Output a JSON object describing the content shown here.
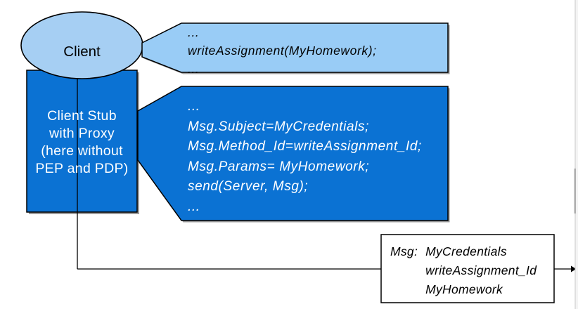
{
  "colors": {
    "background": "#ffffff",
    "ellipse_fill": "#a6cff3",
    "callout_light_fill": "#99ccf6",
    "dark_blue_fill": "#0b72d3",
    "outline": "#000000",
    "shadow": "#9b9b9b",
    "text_dark": "#000000",
    "text_light": "#ffffff",
    "scrollbar_track": "#f3f3f3",
    "scrollbar_border": "#c9c9c9",
    "scrollbar_thumb": "#aeaeae"
  },
  "client": {
    "label": "Client"
  },
  "client_stub": {
    "lines": [
      "Client Stub",
      "with Proxy",
      "(here without",
      "PEP and PDP)"
    ]
  },
  "client_code_callout": {
    "lines": [
      "...",
      "writeAssignment(MyHomework);",
      "..."
    ]
  },
  "stub_code_callout": {
    "lines": [
      "...",
      "Msg.Subject=MyCredentials;",
      "Msg.Method_Id=writeAssignment_Id;",
      "Msg.Params= MyHomework;",
      "send(Server, Msg);",
      "..."
    ]
  },
  "message_box": {
    "label": "Msg:",
    "lines": [
      "MyCredentials",
      "writeAssignment_Id",
      "MyHomework"
    ]
  }
}
